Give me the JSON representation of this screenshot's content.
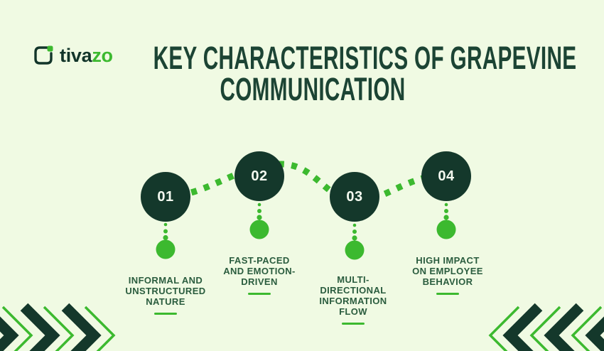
{
  "brand": {
    "logo_text_primary": "tiva",
    "logo_text_accent": "zo"
  },
  "title": {
    "line1": "KEY CHARACTERISTICS OF GRAPEVINE",
    "line2": "COMMUNICATION"
  },
  "steps": [
    {
      "number": "01",
      "label_lines": [
        "INFORMAL AND",
        "UNSTRUCTURED",
        "NATURE"
      ]
    },
    {
      "number": "02",
      "label_lines": [
        "FAST-PACED",
        "AND EMOTION-",
        "DRIVEN"
      ]
    },
    {
      "number": "03",
      "label_lines": [
        "MULTI-",
        "DIRECTIONAL",
        "INFORMATION",
        "FLOW"
      ]
    },
    {
      "number": "04",
      "label_lines": [
        "HIGH IMPACT",
        "ON EMPLOYEE",
        "BEHAVIOR"
      ]
    }
  ],
  "colors": {
    "background": "#f0fae3",
    "dark_green": "#14382b",
    "title_green": "#1c4434",
    "label_green": "#2a5c3e",
    "accent_green": "#3cb92f"
  }
}
